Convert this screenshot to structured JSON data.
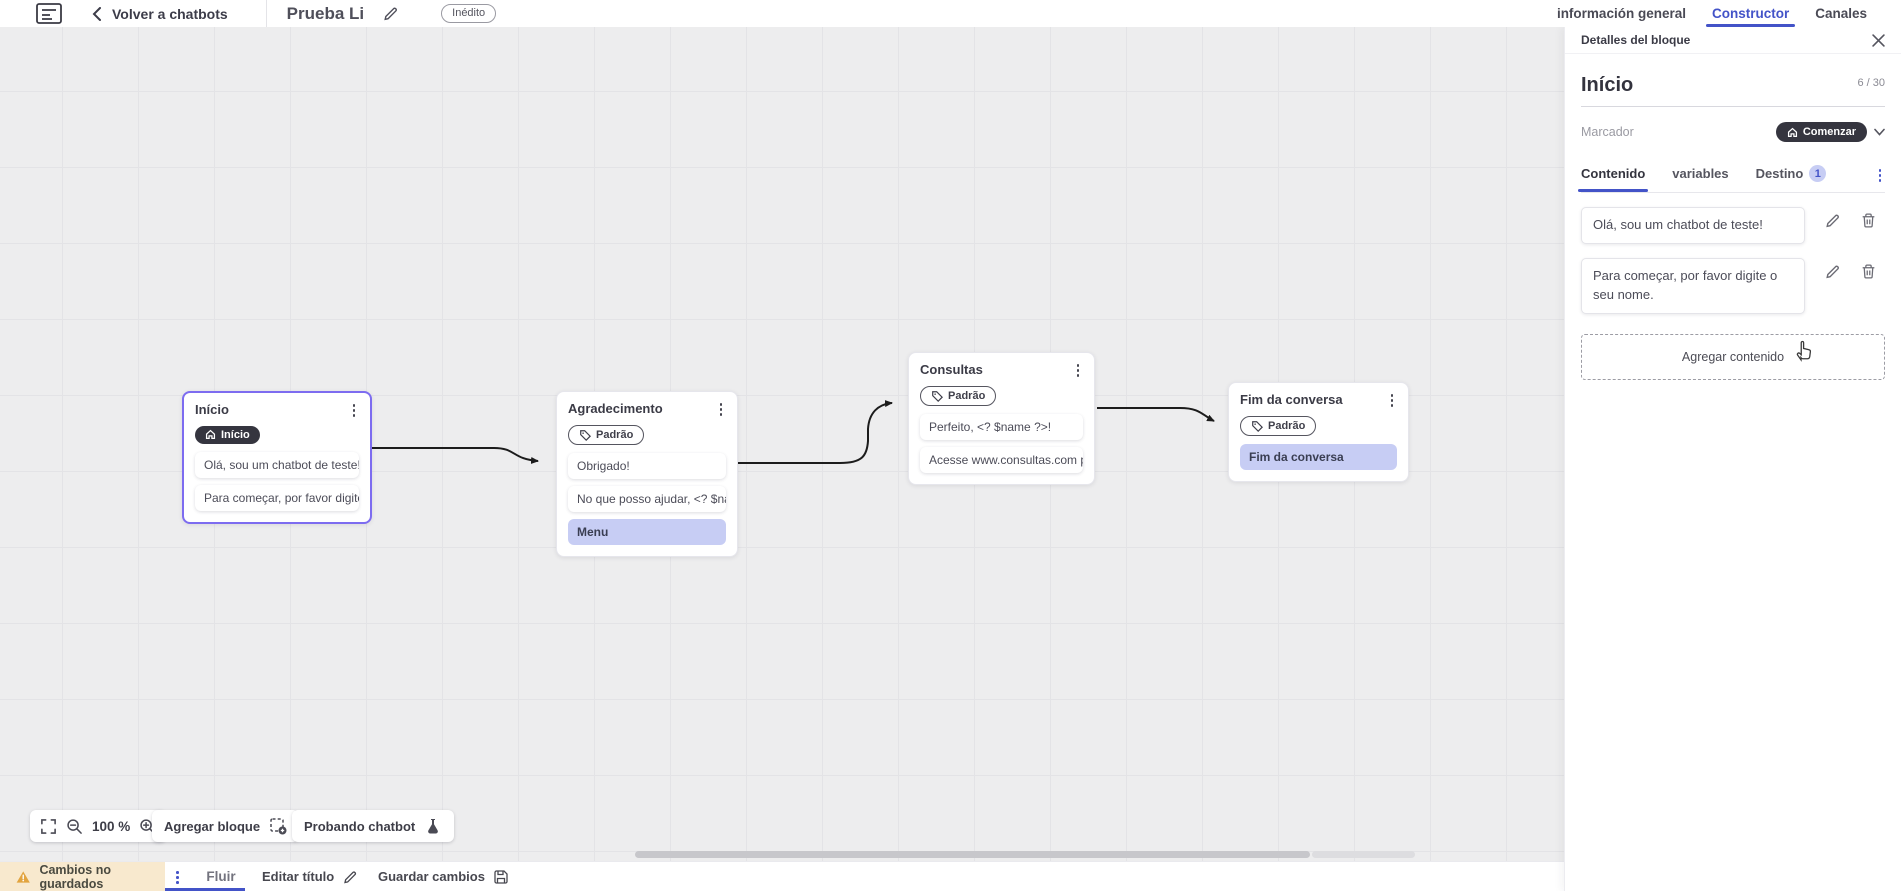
{
  "topbar": {
    "back_label": "Volver a chatbots",
    "title": "Prueba Li",
    "status_badge": "Inédito",
    "tabs": [
      {
        "label": "información general",
        "active": false
      },
      {
        "label": "Constructor",
        "active": true
      },
      {
        "label": "Canales",
        "active": false
      }
    ]
  },
  "panel": {
    "header_title": "Detalles del bloque",
    "block_name": "Início",
    "name_counter": "6 / 30",
    "marker_label": "Marcador",
    "marker_value": "Comenzar",
    "tabs": {
      "contenido": "Contenido",
      "variables": "variables",
      "destino": "Destino",
      "destino_badge": "1"
    },
    "contents": [
      {
        "text": "Olá, sou um chatbot de teste!"
      },
      {
        "text": "Para começar, por favor digite o seu nome."
      }
    ],
    "add_content_label": "Agregar contenido"
  },
  "canvas": {
    "zoom_level": "100 %",
    "add_block_label": "Agregar bloque",
    "test_chatbot_label": "Probando chatbot",
    "blocks": [
      {
        "title": "Início",
        "badge": "Início",
        "rows": [
          {
            "text": "Olá, sou um chatbot de teste!"
          },
          {
            "text": "Para começar, por favor digite o ..."
          }
        ]
      },
      {
        "title": "Agradecimento",
        "badge": "Padrão",
        "rows": [
          {
            "text": "Obrigado!"
          },
          {
            "text": "No que posso ajudar, <? $name ..."
          },
          {
            "text": "Menu",
            "highlight": true
          }
        ]
      },
      {
        "title": "Consultas",
        "badge": "Padrão",
        "rows": [
          {
            "text": "Perfeito, <? $name ?>!"
          },
          {
            "text": "Acesse www.consultas.com par..."
          }
        ]
      },
      {
        "title": "Fim da conversa",
        "badge": "Padrão",
        "rows": [
          {
            "text": "Fim da conversa",
            "highlight": true
          }
        ]
      }
    ]
  },
  "bottombar": {
    "unsaved_label": "Cambios no guardados",
    "flow_tab_label": "Fluir",
    "edit_title_label": "Editar título",
    "save_label": "Guardar cambios"
  },
  "colors": {
    "accent": "#4353c8",
    "selected_block_border": "#7d6cf0",
    "highlight_row": "#c7cdf4",
    "dark_badge": "#35353f",
    "unsaved_bg": "#f8e9ce",
    "warning": "#e2a43f",
    "canvas_bg": "#ededee"
  },
  "icons": {
    "app-logo": "boxed-logo",
    "back": "chevron-left",
    "edit": "pencil",
    "status": "pill",
    "close": "x",
    "home": "house",
    "tag": "label-tag",
    "chevron_down": "caret",
    "menu": "kebab-vertical",
    "fit_screen": "corner-brackets",
    "zoom_out": "magnifier-minus",
    "zoom_in": "magnifier-plus",
    "add_block": "dashed-square-plus",
    "test_chatbot": "flask",
    "warning": "triangle-exclamation",
    "save": "floppy-disk",
    "delete": "trash",
    "cursor": "hand-pointer"
  }
}
